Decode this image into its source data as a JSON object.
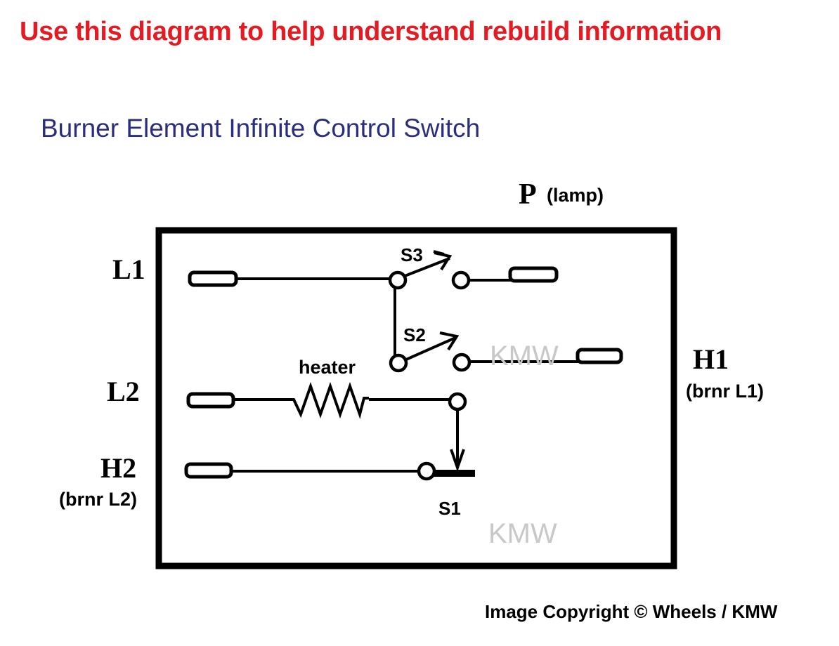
{
  "heading": "Use this diagram to help understand rebuild information",
  "subtitle": "Burner Element Infinite Control Switch",
  "footer": "Image Copyright  © Wheels / KMW",
  "colors": {
    "heading": "#e31b23",
    "subtitle": "#2b2e7e",
    "lines": "#000000",
    "watermark": "#c8c8c8"
  },
  "diagram": {
    "terminals": {
      "L1": "L1",
      "L2": "L2",
      "H2": "H2",
      "H2_sub": "(brnr L2)",
      "H1": "H1",
      "H1_sub": "(brnr L1)",
      "P": "P",
      "P_sub": "(lamp)"
    },
    "switches": {
      "s1": "S1",
      "s2": "S2",
      "s3": "S3"
    },
    "heater_label": "heater",
    "watermarks": [
      "KMW",
      "KMW"
    ]
  }
}
